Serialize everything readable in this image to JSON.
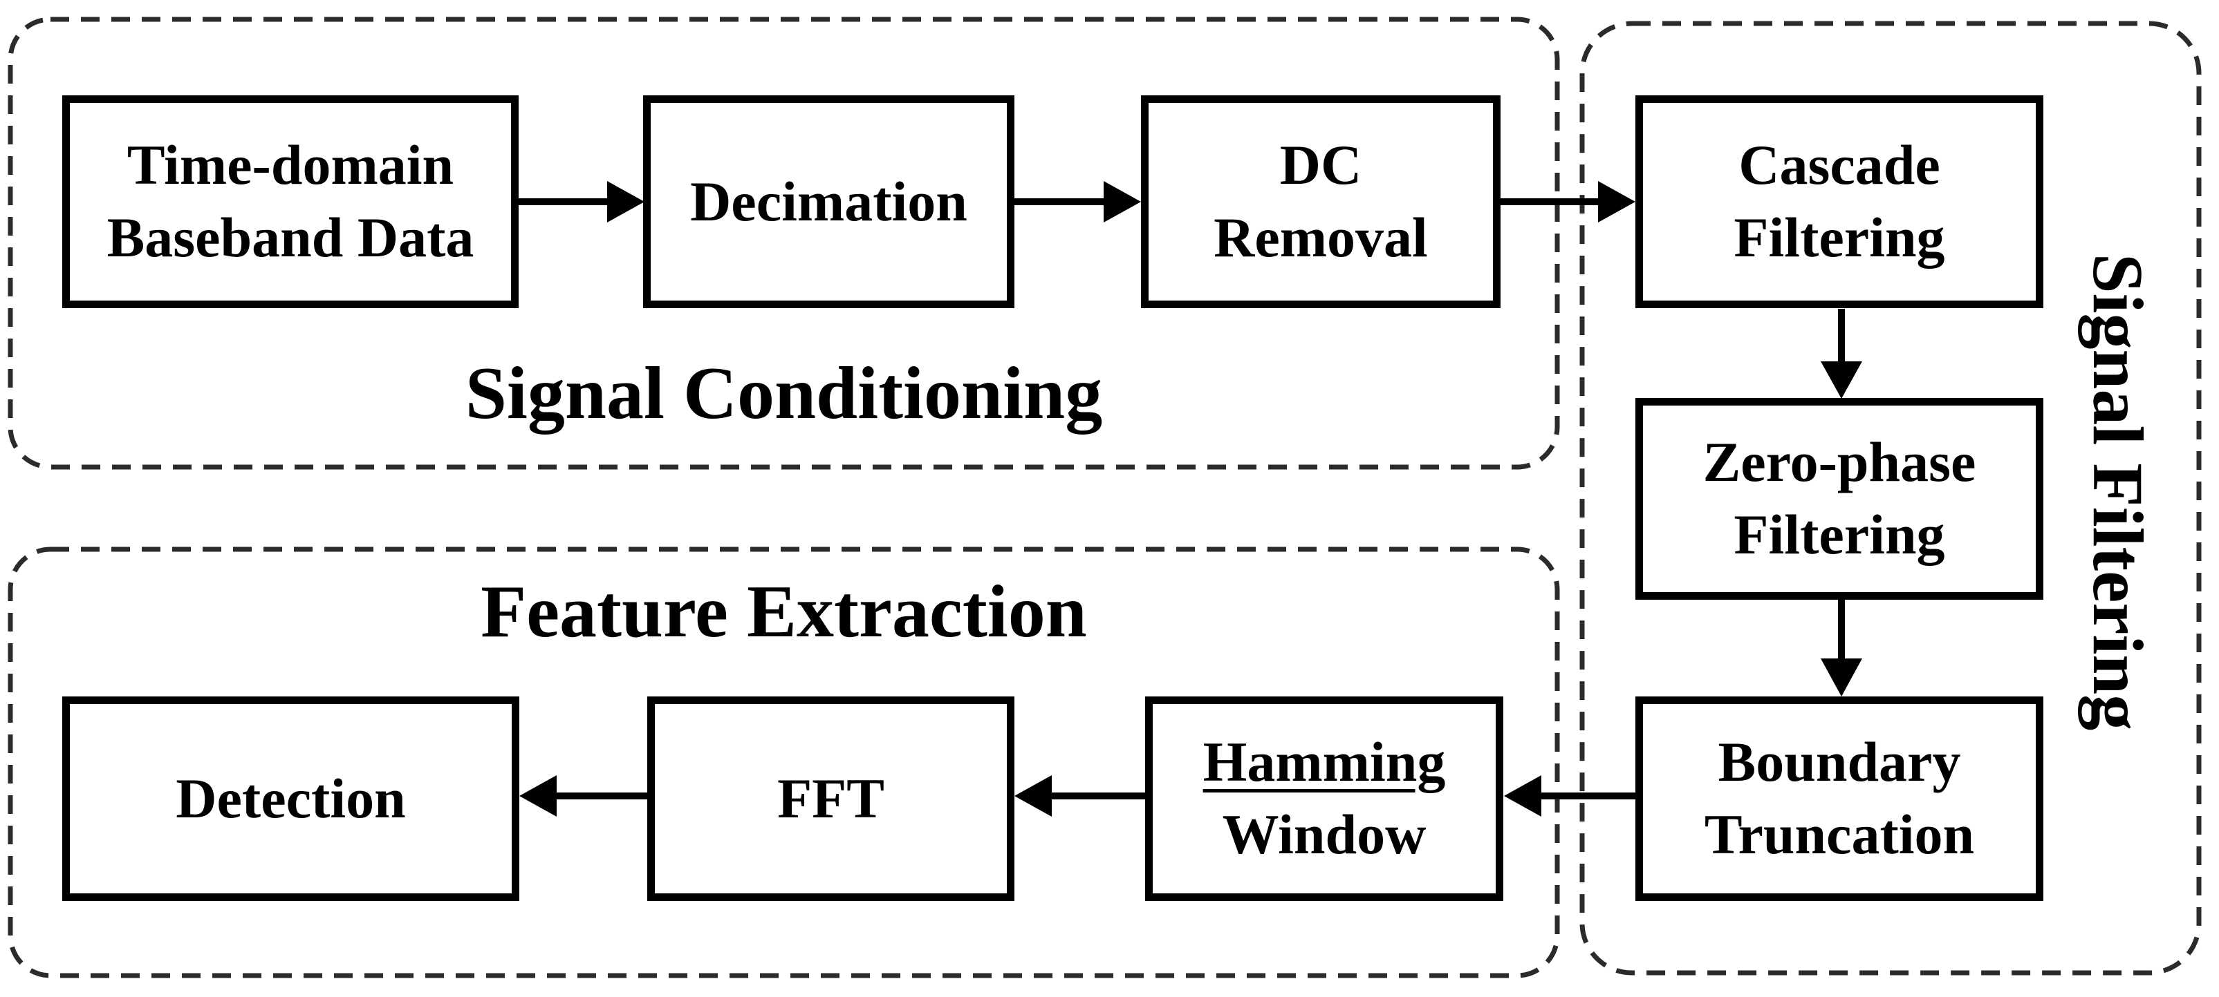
{
  "diagram": {
    "type": "flowchart",
    "containers": [
      {
        "id": "signal-conditioning",
        "label": "Signal Conditioning"
      },
      {
        "id": "feature-extraction",
        "label": "Feature Extraction"
      },
      {
        "id": "signal-filtering",
        "label": "Signal Filtering"
      }
    ],
    "nodes": {
      "tdb": {
        "lines": [
          "Time-domain",
          "Baseband Data"
        ],
        "container": "signal-conditioning"
      },
      "decimation": {
        "lines": [
          "Decimation"
        ],
        "container": "signal-conditioning"
      },
      "dc": {
        "lines": [
          "DC",
          "Removal"
        ],
        "container": "signal-conditioning"
      },
      "cascade": {
        "lines": [
          "Cascade",
          "Filtering"
        ],
        "container": "signal-filtering"
      },
      "zero": {
        "lines": [
          "Zero-phase",
          "Filtering"
        ],
        "container": "signal-filtering"
      },
      "boundary": {
        "lines": [
          "Boundary",
          "Truncation"
        ],
        "container": "signal-filtering"
      },
      "hamming": {
        "lines": [
          "Hamming",
          "Window"
        ],
        "container": "feature-extraction"
      },
      "fft": {
        "lines": [
          "FFT"
        ],
        "container": "feature-extraction"
      },
      "detection": {
        "lines": [
          "Detection"
        ],
        "container": "feature-extraction"
      }
    },
    "edges": [
      {
        "from": "Time-domain Baseband Data",
        "to": "Decimation"
      },
      {
        "from": "Decimation",
        "to": "DC Removal"
      },
      {
        "from": "DC Removal",
        "to": "Cascade Filtering"
      },
      {
        "from": "Cascade Filtering",
        "to": "Zero-phase Filtering"
      },
      {
        "from": "Zero-phase Filtering",
        "to": "Boundary Truncation"
      },
      {
        "from": "Boundary Truncation",
        "to": "Hamming Window"
      },
      {
        "from": "Hamming Window",
        "to": "FFT"
      },
      {
        "from": "FFT",
        "to": "Detection"
      }
    ],
    "colors": {
      "ink": "#000000",
      "dashed_border": "#2b2b2b",
      "background": "#ffffff"
    }
  }
}
